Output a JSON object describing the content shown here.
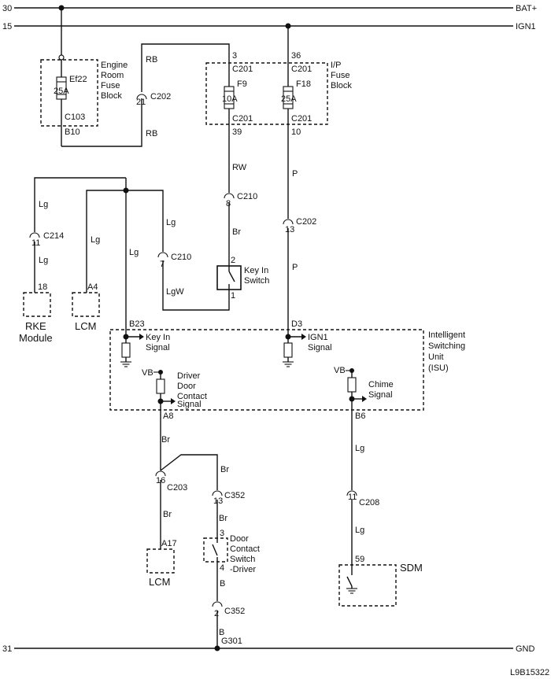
{
  "rails": {
    "bat_num": "30",
    "bat_label": "BAT+",
    "ign_num": "15",
    "ign_label": "IGN1",
    "gnd_num": "31",
    "gnd_label": "GND"
  },
  "engine_fuse_block": {
    "fuse": "Ef22",
    "rating": "25A",
    "connector": "C103",
    "pin": "B10",
    "name_lines": [
      "Engine",
      "Room",
      "Fuse",
      "Block"
    ]
  },
  "ip_fuse_block": {
    "name_lines": [
      "I/P",
      "Fuse",
      "Block"
    ],
    "f9": {
      "in_pin": "3",
      "in_conn": "C201",
      "fuse": "F9",
      "rating": "10A",
      "out_conn": "C201",
      "out_pin": "39"
    },
    "f18": {
      "in_pin": "36",
      "in_conn": "C201",
      "fuse": "F18",
      "rating": "25A",
      "out_conn": "C201",
      "out_pin": "10"
    }
  },
  "wires": {
    "rb_top": "RB",
    "rb_bottom": "RB",
    "rw": "RW",
    "br1": "Br",
    "p1": "P",
    "p2": "P",
    "lg_rke_top": "Lg",
    "lg_rke_bottom": "Lg",
    "lg_lcm": "Lg",
    "lg_main": "Lg",
    "lg_c210": "Lg",
    "lgw": "LgW",
    "br_a8": "Br",
    "br_lcm": "Br",
    "br_c352_top": "Br",
    "br_c352_mid": "Br",
    "b_1": "B",
    "b_2": "B",
    "lg_b6": "Lg",
    "lg_sdm": "Lg"
  },
  "connectors": {
    "c202_top": {
      "pin": "21",
      "name": "C202"
    },
    "c210_rw": {
      "pin": "8",
      "name": "C210"
    },
    "c202_p": {
      "pin": "13",
      "name": "C202"
    },
    "c214": {
      "pin": "11",
      "name": "C214"
    },
    "c210_lg": {
      "pin": "7",
      "name": "C210"
    },
    "c203": {
      "pin": "16",
      "name": "C203"
    },
    "c352_top": {
      "pin": "13",
      "name": "C352"
    },
    "c208": {
      "pin": "11",
      "name": "C208"
    },
    "c352_bottom": {
      "pin": "2",
      "name": "C352"
    }
  },
  "key_in_switch": {
    "pin_top": "2",
    "pin_bottom": "1",
    "label_lines": [
      "Key In",
      "Switch"
    ]
  },
  "rke_module": {
    "pin": "18",
    "label_lines": [
      "RKE",
      "Module"
    ]
  },
  "lcm_top": {
    "pin": "A4",
    "label": "LCM"
  },
  "isu": {
    "label_lines": [
      "Intelligent",
      "Switching",
      "Unit",
      "(ISU)"
    ],
    "key_in_pin": "B23",
    "key_in_lines": [
      "Key In",
      "Signal"
    ],
    "ign1_pin": "D3",
    "ign1_lines": [
      "IGN1",
      "Signal"
    ],
    "door_vb": "VB",
    "door_lines": [
      "Driver",
      "Door",
      "Contact",
      "Signal"
    ],
    "door_pin": "A8",
    "chime_vb": "VB",
    "chime_lines": [
      "Chime",
      "Signal"
    ],
    "chime_pin": "B6"
  },
  "lcm_bottom": {
    "pin": "A17",
    "label": "LCM"
  },
  "door_switch": {
    "pin_top": "3",
    "pin_bottom": "4",
    "label_lines": [
      "Door",
      "Contact",
      "Switch",
      "-Driver"
    ]
  },
  "sdm": {
    "pin": "59",
    "label": "SDM"
  },
  "ground_point": "G301",
  "figure_id": "L9B15322"
}
